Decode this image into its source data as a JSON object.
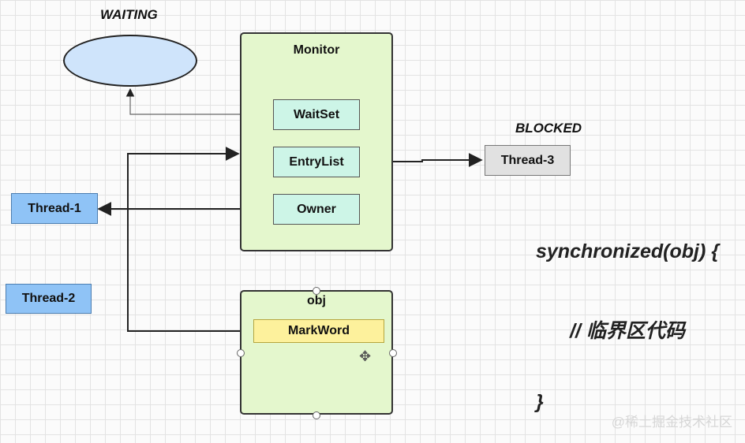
{
  "states": {
    "waiting": "WAITING",
    "blocked": "BLOCKED"
  },
  "monitor": {
    "title": "Monitor",
    "wait_set": "WaitSet",
    "entry_list": "EntryList",
    "owner": "Owner"
  },
  "obj": {
    "title": "obj",
    "mark_word": "MarkWord"
  },
  "threads": {
    "t1": "Thread-1",
    "t2": "Thread-2",
    "t3": "Thread-3"
  },
  "code": {
    "line1": "synchronized(obj) {",
    "line2": "// 临界区代码",
    "line3": "}"
  },
  "watermark": "@稀土掘金技术社区",
  "icons": {
    "move": "move-cursor-icon"
  },
  "colors": {
    "container_fill": "#e4f7cd",
    "slot_fill": "#cdf5e7",
    "thread_fill": "#8fc3f6",
    "blocked_fill": "#e1e1e1",
    "markword_fill": "#fdf19c",
    "waiting_fill": "#cfe4fb"
  }
}
